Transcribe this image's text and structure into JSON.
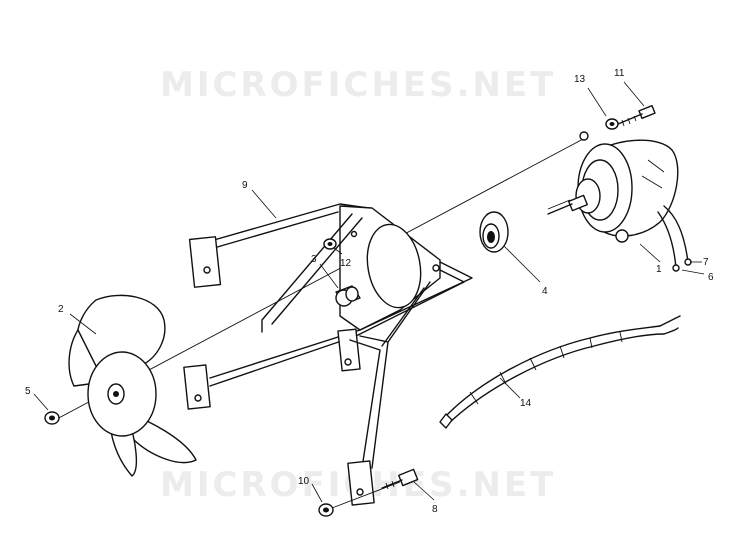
{
  "watermark": "MICROFICHES.NET",
  "callouts": [
    {
      "id": "c1",
      "text": "1"
    },
    {
      "id": "c2",
      "text": "2"
    },
    {
      "id": "c3",
      "text": "3"
    },
    {
      "id": "c4",
      "text": "4"
    },
    {
      "id": "c5",
      "text": "5"
    },
    {
      "id": "c6",
      "text": "6"
    },
    {
      "id": "c7",
      "text": "7"
    },
    {
      "id": "c8",
      "text": "8"
    },
    {
      "id": "c9",
      "text": "9"
    },
    {
      "id": "c10",
      "text": "10"
    },
    {
      "id": "c11",
      "text": "11"
    },
    {
      "id": "c12",
      "text": "12"
    },
    {
      "id": "c13",
      "text": "13"
    },
    {
      "id": "c14",
      "text": "14"
    }
  ]
}
